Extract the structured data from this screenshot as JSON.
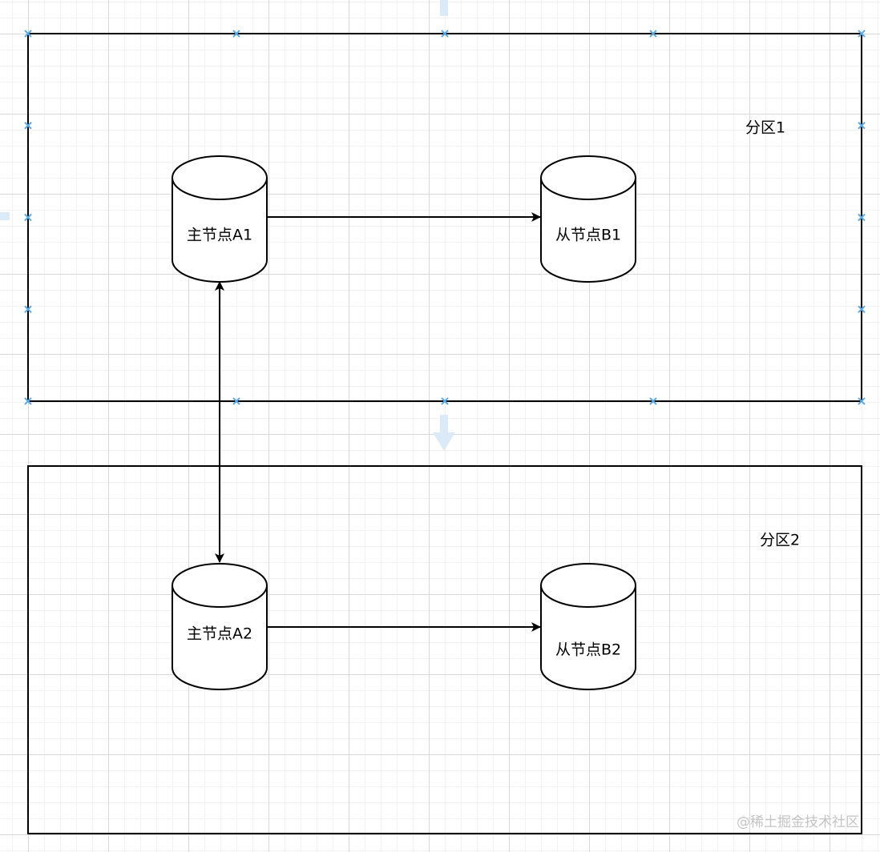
{
  "diagram": {
    "partitions": [
      {
        "id": "p1",
        "label": "分区1",
        "selected": true
      },
      {
        "id": "p2",
        "label": "分区2",
        "selected": false
      }
    ],
    "nodes": [
      {
        "id": "a1",
        "label": "主节点A1"
      },
      {
        "id": "b1",
        "label": "从节点B1"
      },
      {
        "id": "a2",
        "label": "主节点A2"
      },
      {
        "id": "b2",
        "label": "从节点B2"
      }
    ],
    "edges": [
      {
        "from": "a1",
        "to": "b1",
        "direction": "forward"
      },
      {
        "from": "a2",
        "to": "b2",
        "direction": "forward"
      },
      {
        "from": "a1",
        "to": "a2",
        "direction": "both"
      }
    ]
  },
  "colors": {
    "stroke": "#000000",
    "selection_handle": "#5aa9e6",
    "guide": "#dbeaf7",
    "watermark": "#c4c4c4"
  },
  "watermark": "@稀土掘金技术社区"
}
